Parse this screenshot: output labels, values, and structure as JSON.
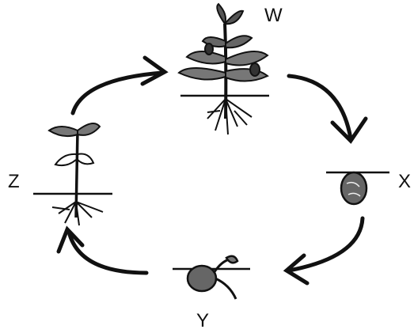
{
  "labels": {
    "w": "W",
    "x": "X",
    "y": "Y",
    "z": "Z"
  },
  "colors": {
    "ink": "#111111",
    "background": "#ffffff"
  }
}
